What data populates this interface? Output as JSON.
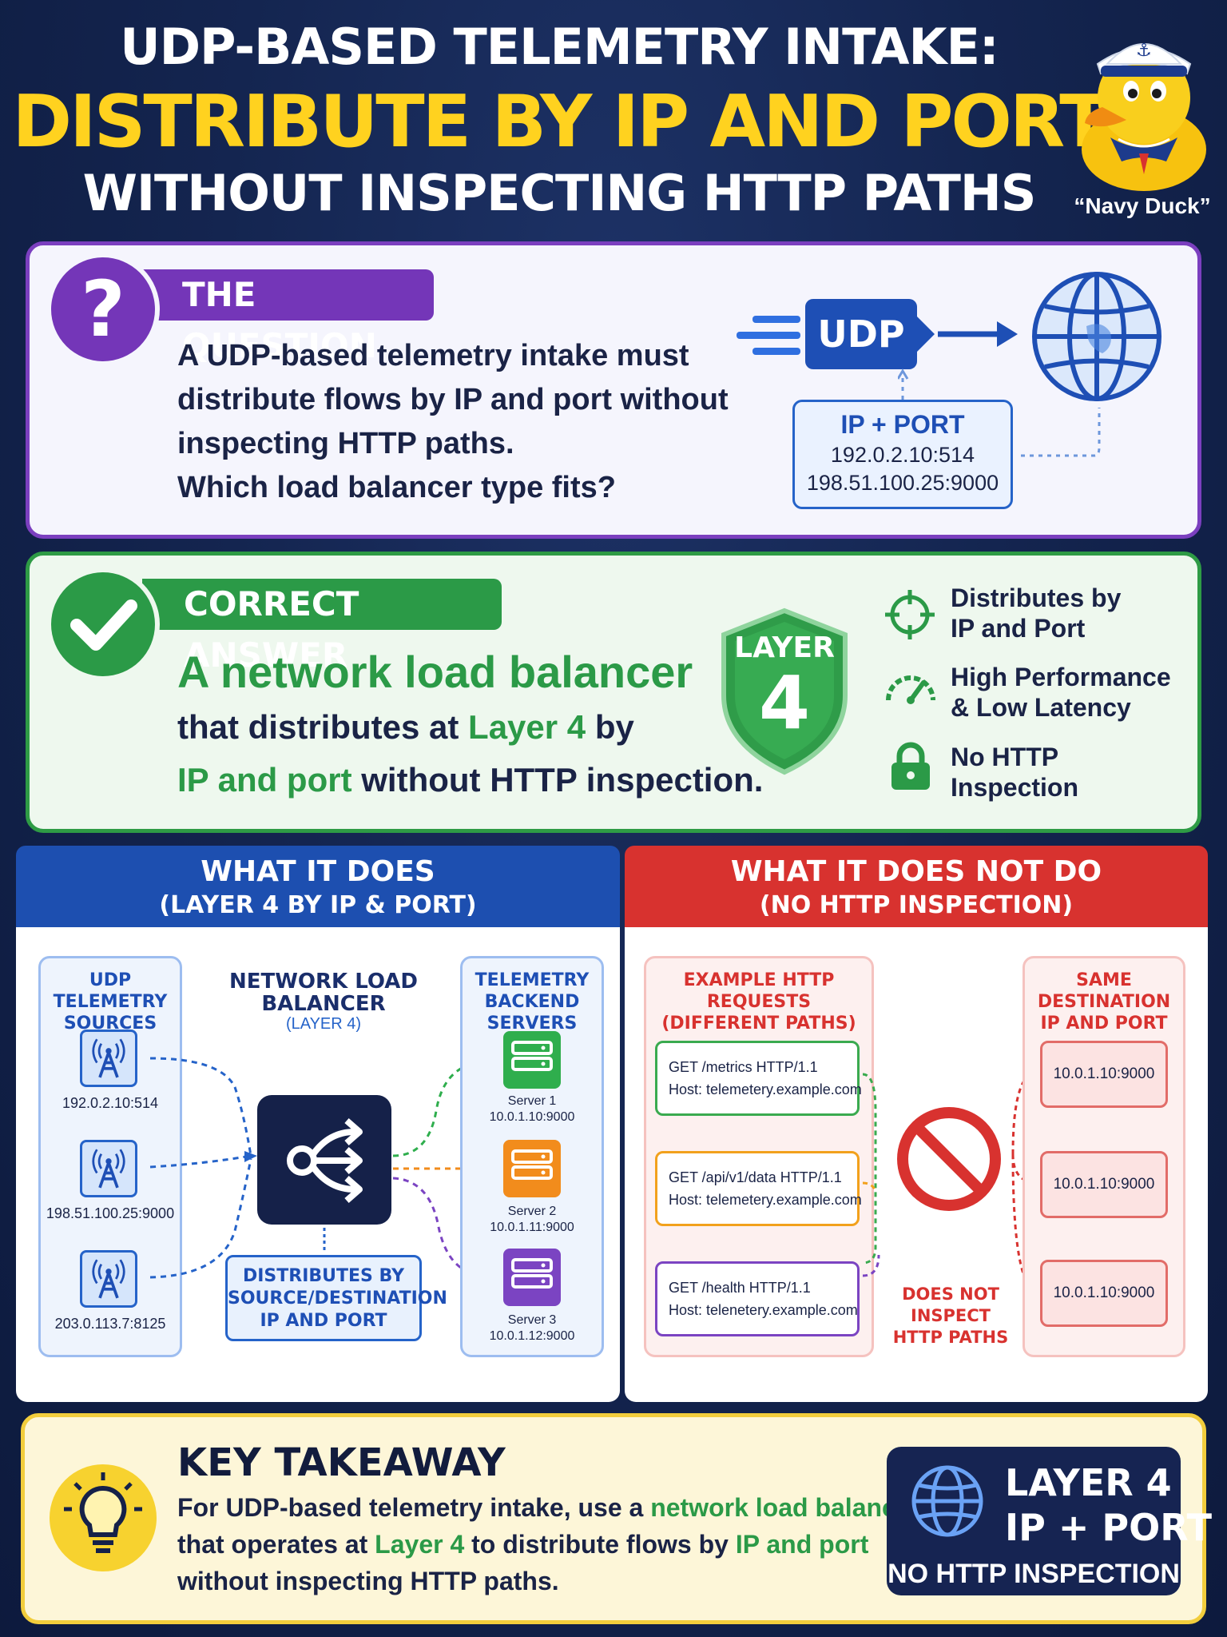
{
  "header": {
    "line1": "UDP-BASED TELEMETRY INTAKE:",
    "line2": "DISTRIBUTE BY IP AND PORT",
    "line3": "WITHOUT INSPECTING HTTP PATHS",
    "mascot_caption": "“Navy Duck”"
  },
  "question": {
    "label": "THE QUESTION",
    "icon": "?",
    "lines": [
      "A UDP-based telemetry intake must",
      "distribute flows by IP and port without",
      "inspecting HTTP paths.",
      "Which load balancer type fits?"
    ],
    "udp_label": "UDP",
    "ipport": {
      "title": "IP + PORT",
      "addresses": [
        "192.0.2.10:514",
        "198.51.100.25:9000"
      ]
    }
  },
  "answer": {
    "label": "CORRECT ANSWER",
    "headline": "A network load balancer",
    "line2_a": "that distributes at ",
    "line2_b": "Layer 4",
    "line2_c": " by",
    "line3_a": "IP and port",
    "line3_b": " without HTTP inspection.",
    "badge_top": "LAYER",
    "badge_num": "4",
    "features": [
      {
        "icon": "crosshair-icon",
        "l1": "Distributes by",
        "l2": "IP and Port"
      },
      {
        "icon": "gauge-icon",
        "l1": "High Performance",
        "l2": "& Low Latency"
      },
      {
        "icon": "lock-icon",
        "l1": "No HTTP",
        "l2": "Inspection"
      }
    ]
  },
  "does": {
    "title": "WHAT IT DOES",
    "subtitle": "(LAYER 4 BY IP & PORT)",
    "sources_title_1": "UDP TELEMETRY",
    "sources_title_2": "SOURCES",
    "sources": [
      "192.0.2.10:514",
      "198.51.100.25:9000",
      "203.0.113.7:8125"
    ],
    "lb_title_1": "NETWORK LOAD",
    "lb_title_2": "BALANCER",
    "lb_sub": "(LAYER 4)",
    "distributes_1": "DISTRIBUTES BY",
    "distributes_2": "SOURCE/DESTINATION",
    "distributes_3": "IP AND PORT",
    "backends_title_1": "TELEMETRY",
    "backends_title_2": "BACKEND SERVERS",
    "servers": [
      {
        "name": "Server 1",
        "addr": "10.0.1.10:9000",
        "color": "#2fae4d"
      },
      {
        "name": "Server 2",
        "addr": "10.0.1.11:9000",
        "color": "#f28c1c"
      },
      {
        "name": "Server 3",
        "addr": "10.0.1.12:9000",
        "color": "#7b44c2"
      }
    ]
  },
  "does_not": {
    "title": "WHAT IT DOES NOT DO",
    "subtitle": "(NO HTTP INSPECTION)",
    "requests_title_1": "EXAMPLE HTTP REQUESTS",
    "requests_title_2": "(DIFFERENT PATHS)",
    "requests": [
      {
        "l1": "GET /metrics     HTTP/1.1",
        "l2": "Host: telemetery.example.com",
        "color": "#3aaa4f"
      },
      {
        "l1": "GET /api/v1/data    HTTP/1.1",
        "l2": "Host: telemetery.example.com",
        "color": "#f2a11c"
      },
      {
        "l1": "GET /health     HTTP/1.1",
        "l2": "Host: telenetery.example.com",
        "color": "#7b44c2"
      }
    ],
    "dest_title_1": "SAME DESTINATION",
    "dest_title_2": "IP AND PORT",
    "destinations": [
      "10.0.1.10:9000",
      "10.0.1.10:9000",
      "10.0.1.10:9000"
    ],
    "no_inspect_1": "DOES NOT",
    "no_inspect_2": "INSPECT",
    "no_inspect_3": "HTTP PATHS"
  },
  "takeaway": {
    "title": "KEY TAKEAWAY",
    "l1_a": "For UDP-based telemetry intake, use a ",
    "l1_b": "network load balancer",
    "l2_a": "that operates at ",
    "l2_b": "Layer 4",
    "l2_c": " to distribute flows by ",
    "l2_d": "IP and port",
    "l3": "without inspecting HTTP paths.",
    "box_l1": "LAYER 4",
    "box_l2": "IP + PORT",
    "box_l3": "NO HTTP INSPECTION"
  },
  "colors": {
    "background": "#142550",
    "accent_yellow": "#ffd21f",
    "question_purple": "#7436b8",
    "answer_green": "#2b9a47",
    "does_blue": "#1d4fb0",
    "doesnot_red": "#d8322f"
  }
}
